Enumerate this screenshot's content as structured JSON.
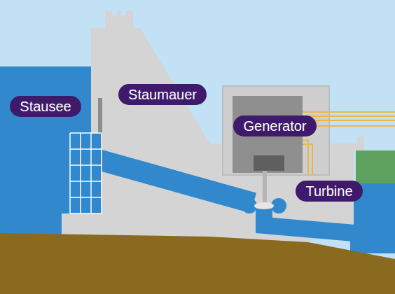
{
  "diagram": {
    "nodes": [
      {
        "text": [
          "Stausee"
        ]
      },
      {
        "text": [
          "Staumauer"
        ]
      },
      {
        "text": [
          "Generator"
        ]
      },
      {
        "text": [
          "Turbine"
        ]
      }
    ]
  }
}
